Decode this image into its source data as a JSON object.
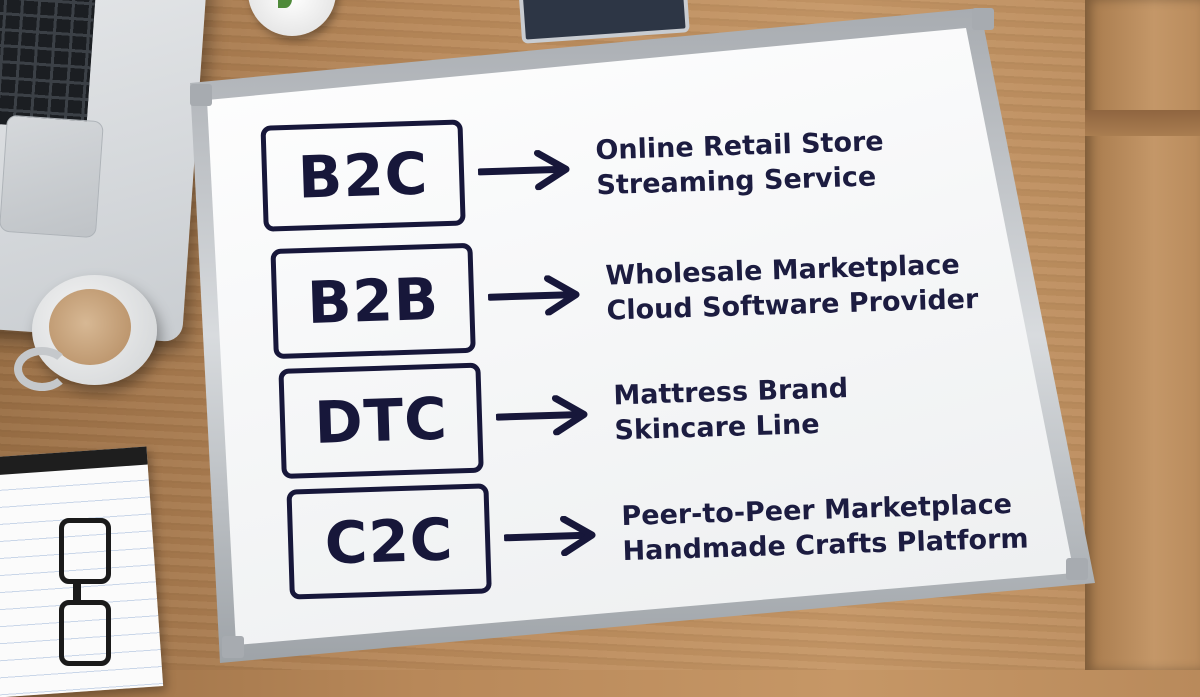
{
  "board": {
    "rows": [
      {
        "code": "B2C",
        "examples": [
          "Online Retail Store",
          "Streaming Service"
        ]
      },
      {
        "code": "B2B",
        "examples": [
          "Wholesale Marketplace",
          "Cloud Software Provider"
        ]
      },
      {
        "code": "DTC",
        "examples": [
          "Mattress Brand",
          "Skincare Line"
        ]
      },
      {
        "code": "C2C",
        "examples": [
          "Peer-to-Peer Marketplace",
          "Handmade Crafts Platform"
        ]
      }
    ]
  },
  "colors": {
    "ink": "#17173a",
    "board": "#f6f7f8",
    "frame": "#c8ccd0",
    "desk": "#b88859"
  }
}
